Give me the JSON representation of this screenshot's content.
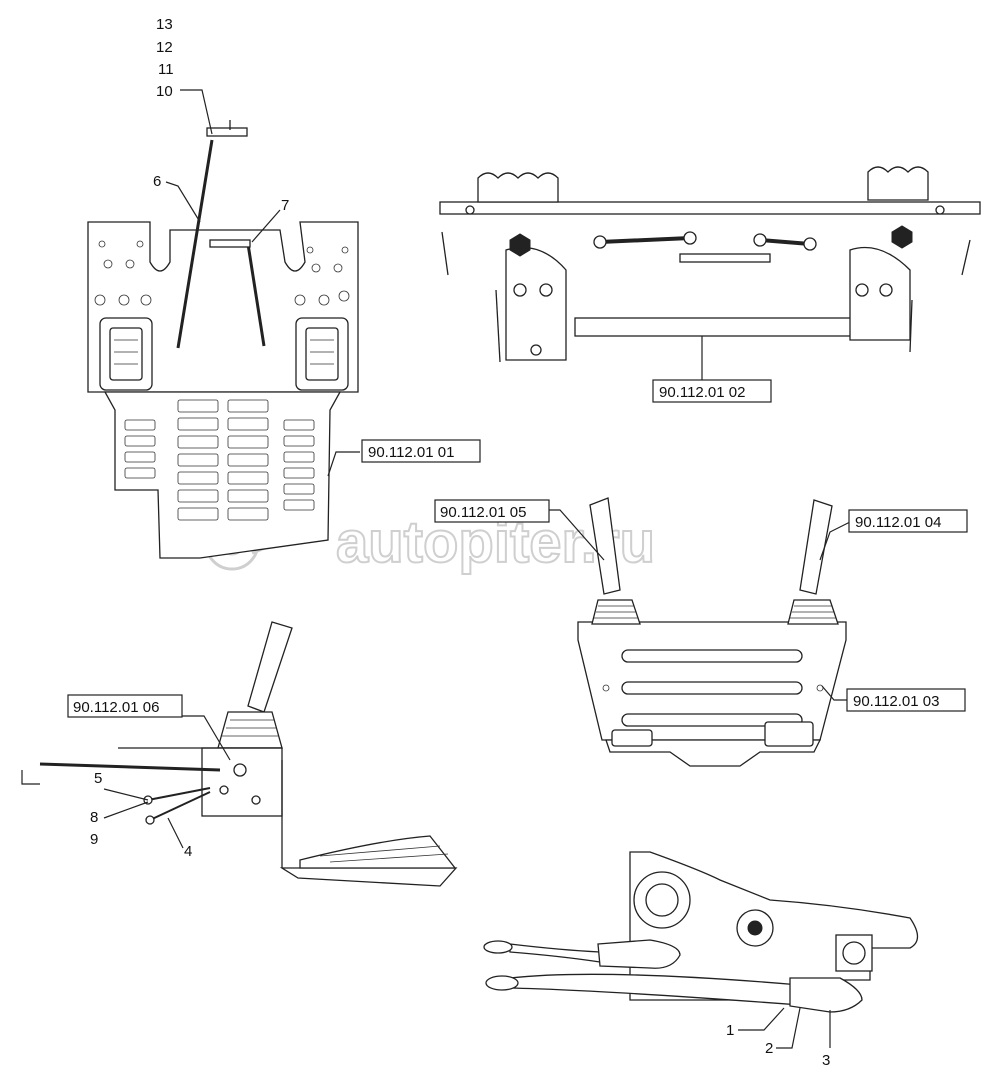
{
  "watermark": {
    "text": "autopiter.ru",
    "symbol": "@"
  },
  "callouts": {
    "c13": "13",
    "c12": "12",
    "c11": "11",
    "c10": "10",
    "c6": "6",
    "c7": "7",
    "c5": "5",
    "c8": "8",
    "c9": "9",
    "c4": "4",
    "c1": "1",
    "c2": "2",
    "c3": "3"
  },
  "references": {
    "r01": "90.112.01 01",
    "r02": "90.112.01 02",
    "r03": "90.112.01 03",
    "r04": "90.112.01 04",
    "r05": "90.112.01 05",
    "r06": "90.112.01 06"
  },
  "colors": {
    "line": "#222222",
    "watermark": "#cfcfcf",
    "background": "#ffffff"
  }
}
